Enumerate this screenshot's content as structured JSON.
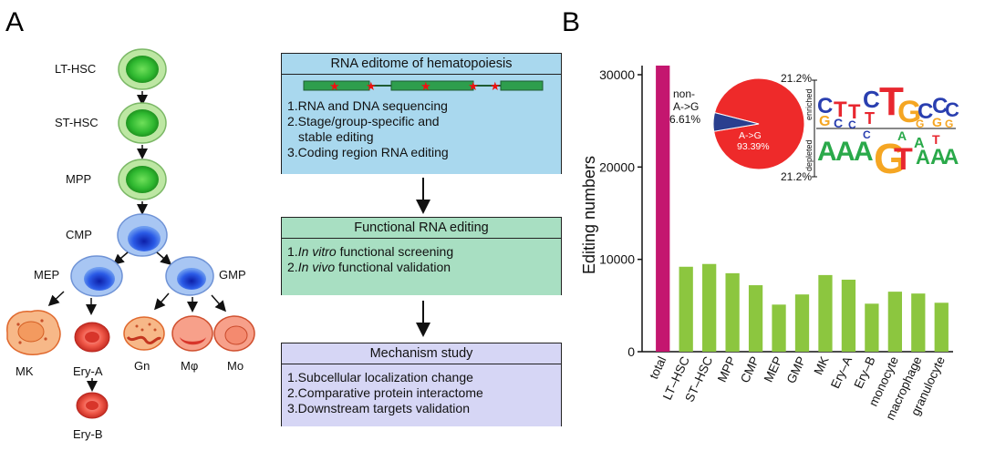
{
  "panel_a": {
    "label": "A",
    "cells": {
      "lt_hsc": "LT-HSC",
      "st_hsc": "ST-HSC",
      "mpp": "MPP",
      "cmp": "CMP",
      "mep": "MEP",
      "gmp": "GMP",
      "mk": "MK",
      "ery_a": "Ery-A",
      "ery_b": "Ery-B",
      "gn": "Gn",
      "mphi": "Mφ",
      "mo": "Mo"
    }
  },
  "workflow": {
    "box1": {
      "title": "RNA editome of hematopoiesis",
      "lines": [
        "1.RNA and DNA sequencing",
        "2.Stage/group-specific and",
        "stable editing",
        "3.Coding region RNA editing"
      ]
    },
    "box2": {
      "title": "Functional RNA editing",
      "line1_num": "1.",
      "line1_em": "In vitro",
      "line1_rest": " functional screening",
      "line2_num": "2.",
      "line2_em": "In vivo",
      "line2_rest": " functional validation"
    },
    "box3": {
      "title": "Mechanism study",
      "lines": [
        "1.Subcellular localization change",
        "2.Comparative protein interactome",
        "3.Downstream targets validation"
      ]
    },
    "colors": {
      "box1": "#a9d8ee",
      "box2": "#a8dfc2",
      "box3": "#d6d6f5"
    }
  },
  "panel_b": {
    "label": "B",
    "inset_pie": {
      "slices": [
        {
          "label": "A->G",
          "percent_label": "93.39%",
          "value": 93.39,
          "color": "#ee2a2a"
        },
        {
          "label_line1": "non-",
          "label_line2": "A->G",
          "percent_label": "6.61%",
          "value": 6.61,
          "color": "#2a3f8f"
        }
      ]
    },
    "inset_logo": {
      "top_pct": "21.2%",
      "bottom_pct": "21.2%",
      "enriched_label": "enriched",
      "depleted_label": "depleted"
    }
  },
  "chart_data": {
    "type": "bar",
    "ylabel": "Editing numbers",
    "yticks": [
      "0",
      "10000",
      "20000",
      "30000"
    ],
    "ylim": [
      0,
      30000
    ],
    "categories": [
      "total",
      "LT–HSC",
      "ST–HSC",
      "MPP",
      "CMP",
      "MEP",
      "GMP",
      "MK",
      "Ery–A",
      "Ery–B",
      "monocyte",
      "macrophage",
      "granulocyte"
    ],
    "values": [
      31000,
      9200,
      9500,
      8500,
      7200,
      5100,
      6200,
      8300,
      7800,
      5200,
      6500,
      6300,
      5300
    ],
    "colors": [
      "#c4166f",
      "#8cc63f",
      "#8cc63f",
      "#8cc63f",
      "#8cc63f",
      "#8cc63f",
      "#8cc63f",
      "#8cc63f",
      "#8cc63f",
      "#8cc63f",
      "#8cc63f",
      "#8cc63f",
      "#8cc63f"
    ]
  }
}
